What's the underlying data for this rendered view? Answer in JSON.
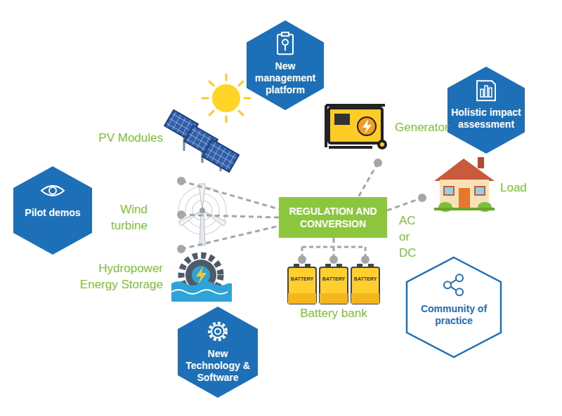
{
  "diagram": {
    "nodes": [
      {
        "text": [
          "New management platform"
        ]
      },
      {
        "text": [
          "Holistic impact assessment"
        ]
      },
      {
        "text": [
          "PV Modules"
        ]
      },
      {
        "text": [
          "Generator"
        ]
      },
      {
        "text": [
          "Pilot demos"
        ]
      },
      {
        "text": [
          "Wind turbine"
        ]
      },
      {
        "text": [
          "REGULATION AND CONVERSION"
        ]
      },
      {
        "text": [
          "Load"
        ]
      },
      {
        "text": [
          "Hydropower Energy Storage"
        ]
      },
      {
        "text": [
          "Battery bank"
        ]
      },
      {
        "text": [
          "Community of practice"
        ]
      },
      {
        "text": [
          "New Technology & Software"
        ]
      }
    ],
    "edges": [
      {
        "from": 2,
        "to": 6,
        "arrow": "none"
      },
      {
        "from": 5,
        "to": 6,
        "arrow": "none"
      },
      {
        "from": 8,
        "to": 6,
        "arrow": "none"
      },
      {
        "from": 3,
        "to": 6,
        "arrow": "none"
      },
      {
        "from": 6,
        "to": 7,
        "label": "AC or DC",
        "arrow": "none"
      },
      {
        "from": 6,
        "to": 9,
        "arrow": "none"
      }
    ],
    "labels": [
      "BATTERY",
      "BATTERY",
      "BATTERY"
    ]
  }
}
